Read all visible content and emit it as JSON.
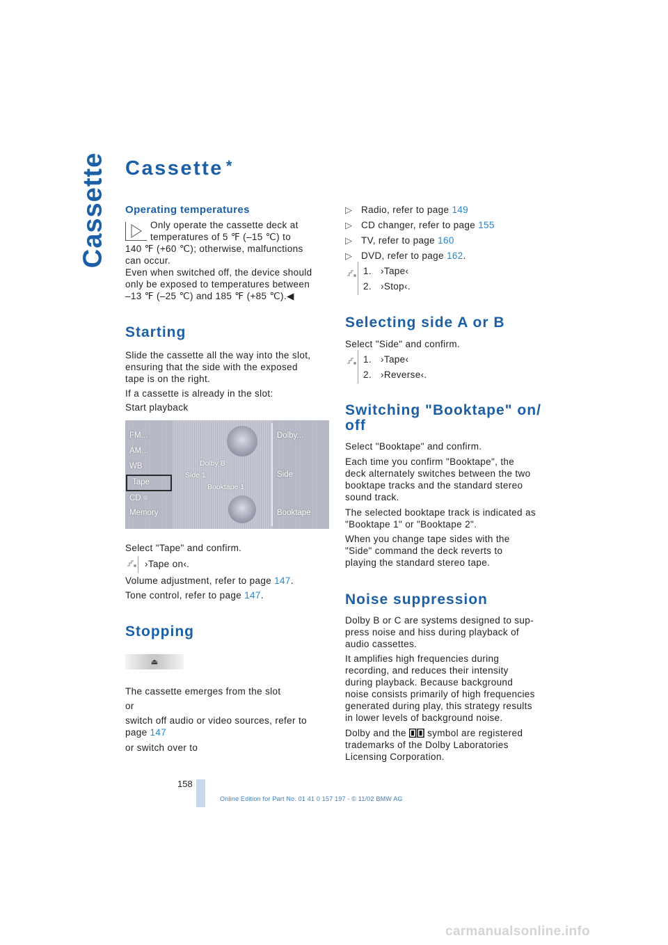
{
  "side_tab": "Cassette",
  "title": {
    "text": "Cassette",
    "star": "*"
  },
  "left": {
    "op_temp": {
      "heading": "Operating temperatures",
      "line1": "Only operate the cassette deck at",
      "line2": "temperatures of 5 ℉ (–15 ℃) to",
      "line3": "140 ℉ (+60 ℃); otherwise, malfunctions",
      "line4": "can occur.",
      "line5": "Even when switched off, the device should",
      "line6": "only be exposed to temperatures between",
      "line7": "–13 ℉ (–25 ℃) and 185 ℉ (+85 ℃).◀"
    },
    "starting": {
      "heading": "Starting",
      "p1_l1": "Slide the cassette all the way into the slot,",
      "p1_l2": "ensuring that the side with the exposed",
      "p1_l3": "tape is on the right.",
      "p2": "If a cassette is already in the slot:",
      "p3": "Start playback",
      "screen": {
        "menu": [
          "FM...",
          "AM...",
          "WB",
          "Tape",
          "CD ≡",
          "Memory"
        ],
        "right_menu": [
          "Dolby...",
          "Side",
          "Booktape"
        ],
        "center": {
          "dolby": "Dolby B",
          "side": "Side   1",
          "booktape": "Booktape   1"
        }
      },
      "p4": "Select \"Tape\" and confirm.",
      "voice": "›Tape on‹.",
      "vol_pre": "Volume adjustment, refer to page ",
      "vol_page": "147",
      "vol_post": ".",
      "tone_pre": "Tone control, refer to page ",
      "tone_page": "147",
      "tone_post": "."
    },
    "stopping": {
      "heading": "Stopping",
      "eject": "⏏",
      "p1": "The cassette emerges from the slot",
      "p2": "or",
      "p3_l1": "switch off audio or video sources, refer to",
      "p3_pre": "page ",
      "p3_page": "147",
      "p4": "or switch over to"
    }
  },
  "right": {
    "bullets": [
      {
        "text": "Radio, refer to page ",
        "page": "149",
        "post": ""
      },
      {
        "text": "CD changer, refer to page ",
        "page": "155",
        "post": ""
      },
      {
        "text": "TV, refer to page ",
        "page": "160",
        "post": ""
      },
      {
        "text": "DVD, refer to page ",
        "page": "162",
        "post": "."
      }
    ],
    "bullet_mark": "▷",
    "voice1": {
      "n1": "1.",
      "s1": "›Tape‹",
      "n2": "2.",
      "s2": "›Stop‹."
    },
    "side": {
      "heading": "Selecting side A or B",
      "p1": "Select \"Side\" and confirm.",
      "n1": "1.",
      "s1": "›Tape‹",
      "n2": "2.",
      "s2": "›Reverse‹."
    },
    "booktape": {
      "heading_l1": "Switching \"Booktape\" on/",
      "heading_l2": "off",
      "p1": "Select \"Booktape\" and confirm.",
      "p2_l1": "Each time you confirm \"Booktape\", the",
      "p2_l2": "deck alternately switches between the two",
      "p2_l3": "booktape tracks and the standard stereo",
      "p2_l4": "sound track.",
      "p3_l1": "The selected booktape track is indicated as",
      "p3_l2": "\"Booktape 1\" or \"Booktape 2\".",
      "p4_l1": "When you change tape sides with the",
      "p4_l2": "\"Side\" command the deck reverts to",
      "p4_l3": "playing the standard stereo tape."
    },
    "noise": {
      "heading": "Noise suppression",
      "p1_l1": "Dolby B or C are systems designed to sup-",
      "p1_l2": "press noise and hiss during playback of",
      "p1_l3": "audio cassettes.",
      "p2_l1": "It amplifies high frequencies during",
      "p2_l2": "recording, and reduces their intensity",
      "p2_l3": "during playback. Because background",
      "p2_l4": "noise consists primarily of high frequencies",
      "p2_l5": "generated during play, this strategy results",
      "p2_l6": "in lower levels of background noise.",
      "p3_pre": "Dolby and the ",
      "p3_post": " symbol are registered",
      "p3_l2": "trademarks of the Dolby Laboratories",
      "p3_l3": "Licensing Corporation."
    }
  },
  "footer": {
    "page": "158",
    "text": "Online Edition for Part No. 01 41 0 157 197 - © 11/02 BMW AG"
  },
  "watermark": "carmanualsonline.info"
}
